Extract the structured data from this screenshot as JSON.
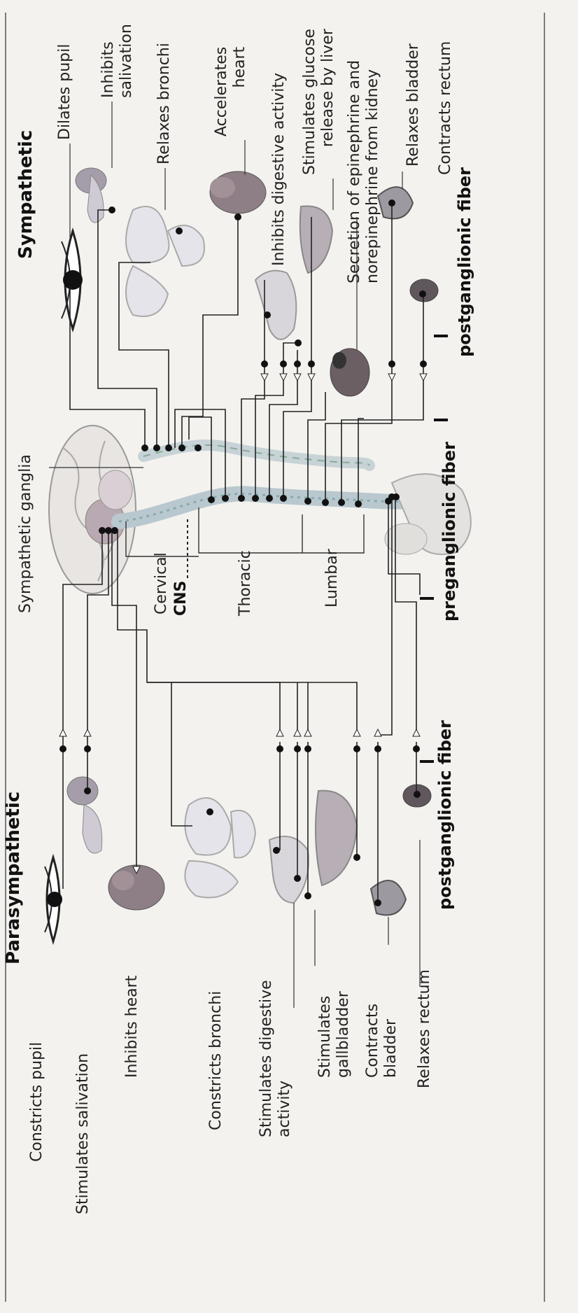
{
  "sympathetic": {
    "title": "Sympathetic",
    "effects": {
      "dilates_pupil": "Dilates pupil",
      "inhibits_salivation": [
        "Inhibits",
        "salivation"
      ],
      "relaxes_bronchi": "Relaxes bronchi",
      "accelerates_heart": [
        "Accelerates",
        "heart"
      ],
      "inhibits_digestive": "Inhibits digestive activity",
      "stimulates_glucose": [
        "Stimulates glucose",
        "release by liver"
      ],
      "secretion_epinephrine": [
        "Secretion of epinephrine and",
        "norepinephrine from kidney"
      ],
      "relaxes_bladder": "Relaxes bladder",
      "contracts_rectum": "Contracts rectum"
    },
    "fiber_labels": {
      "postganglionic": "postganglionic fiber",
      "preganglionic": "preganglionic fiber"
    }
  },
  "parasympathetic": {
    "title": "Parasympathetic",
    "effects": {
      "constricts_pupil": "Constricts pupil",
      "stimulates_salivation": "Stimulates salivation",
      "inhibits_heart": "Inhibits heart",
      "constricts_bronchi": "Constricts bronchi",
      "stimulates_digestive": [
        "Stimulates digestive",
        "activity"
      ],
      "stimulates_gallbladder": [
        "Stimulates",
        "gallbladder"
      ],
      "contracts_bladder": [
        "Contracts",
        "bladder"
      ],
      "relaxes_rectum": "Relaxes rectum"
    },
    "fiber_labels": {
      "postganglionic": "postganglionic fiber"
    }
  },
  "cns": {
    "sympathetic_ganglia": "Sympathetic ganglia",
    "cervical": "Cervical",
    "cns": "CNS",
    "thoracic": "Thoracic",
    "lumbar": "Lumbar"
  }
}
